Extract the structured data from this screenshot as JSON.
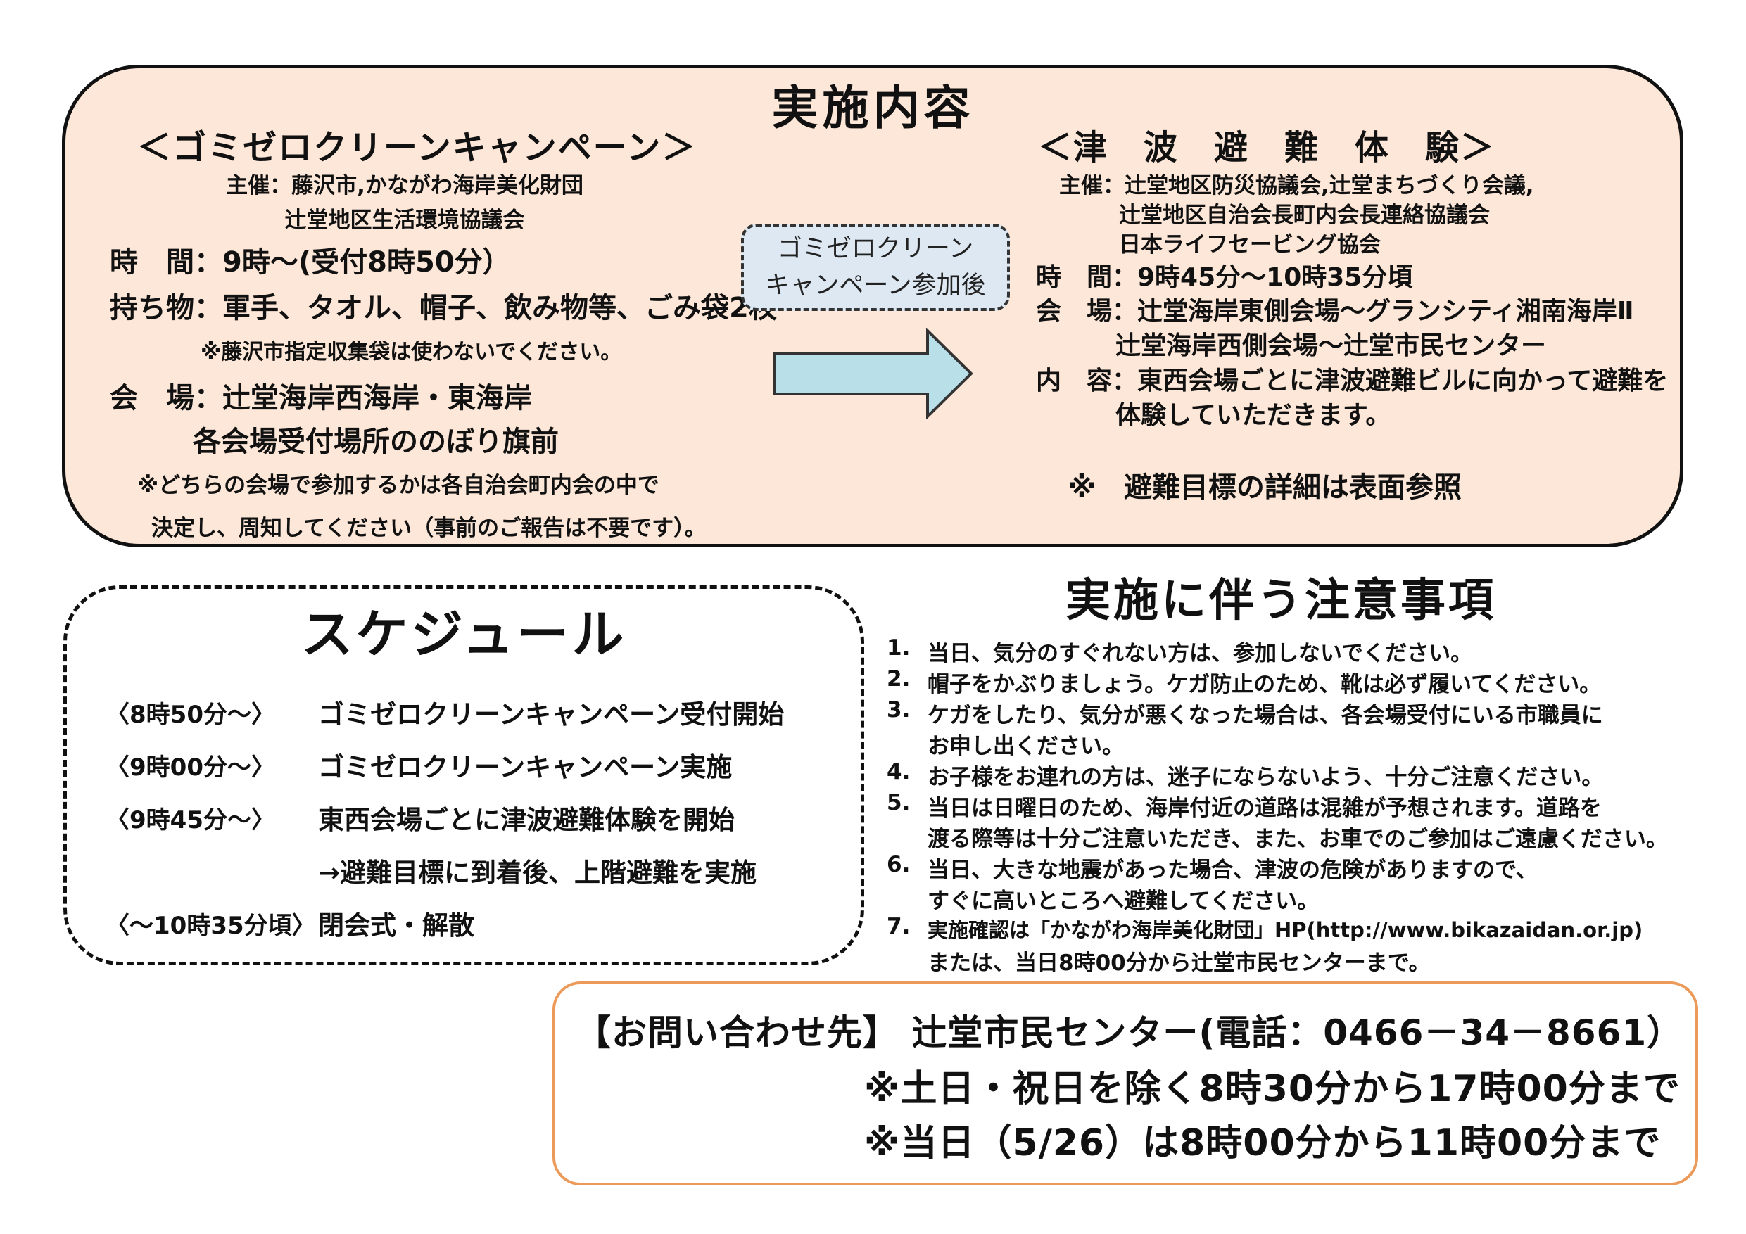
{
  "top": {
    "title": "実施内容",
    "left": {
      "heading": "＜ゴミゼロクリーンキャンペーン＞",
      "organizer_1": "主催：藤沢市,かながわ海岸美化財団",
      "organizer_2": "辻堂地区生活環境協議会",
      "time": "時　間：9時～(受付8時50分）",
      "items": "持ち物：軍手、タオル、帽子、飲み物等、ごみ袋2枚",
      "items_note": "※藤沢市指定収集袋は使わないでください。",
      "venue_1": "会　場：辻堂海岸西海岸・東海岸",
      "venue_2": "各会場受付場所ののぼり旗前",
      "note_1": "※どちらの会場で参加するかは各自治会町内会の中で",
      "note_2": "決定し、周知してください（事前のご報告は不要です）。"
    },
    "arrow": {
      "line_1": "ゴミゼロクリーン",
      "line_2": "キャンペーン参加後"
    },
    "right": {
      "heading": "＜津　波　避　難　体　験＞",
      "organizer_1": "主催：辻堂地区防災協議会,辻堂まちづくり会議,",
      "organizer_2": "辻堂地区自治会長町内会長連絡協議会",
      "organizer_3": "日本ライフセービング協会",
      "time": "時　間：9時45分～10時35分頃",
      "venue_1": "会　場：辻堂海岸東側会場～グランシティ湘南海岸Ⅱ",
      "venue_2": "辻堂海岸西側会場～辻堂市民センター",
      "content_1": "内　容：東西会場ごとに津波避難ビルに向かって避難を",
      "content_2": "体験していただきます。",
      "reference": "※　避難目標の詳細は表面参照"
    }
  },
  "schedule": {
    "title": "スケジュール",
    "rows": [
      {
        "time": "〈8時50分～〉",
        "desc": "ゴミゼロクリーンキャンペーン受付開始"
      },
      {
        "time": "〈9時00分～〉",
        "desc": "ゴミゼロクリーンキャンペーン実施"
      },
      {
        "time": "〈9時45分～〉",
        "desc": "東西会場ごとに津波避難体験を開始"
      },
      {
        "time": "",
        "desc": "→避難目標に到着後、上階避難を実施"
      },
      {
        "time": "〈～10時35分頃〉",
        "desc": "閉会式・解散"
      }
    ]
  },
  "notes": {
    "title": "実施に伴う注意事項",
    "items": [
      {
        "num": "1.",
        "lines": [
          "当日、気分のすぐれない方は、参加しないでください。"
        ]
      },
      {
        "num": "2.",
        "lines": [
          "帽子をかぶりましょう。ケガ防止のため、靴は必ず履いてください。"
        ]
      },
      {
        "num": "3.",
        "lines": [
          "ケガをしたり、気分が悪くなった場合は、各会場受付にいる市職員に",
          "お申し出ください。"
        ]
      },
      {
        "num": "4.",
        "lines": [
          "お子様をお連れの方は、迷子にならないよう、十分ご注意ください。"
        ]
      },
      {
        "num": "5.",
        "lines": [
          "当日は日曜日のため、海岸付近の道路は混雑が予想されます。道路を",
          "渡る際等は十分ご注意いただき、また、お車でのご参加はご遠慮ください。"
        ]
      },
      {
        "num": "6.",
        "lines": [
          "当日、大きな地震があった場合、津波の危険がありますので、",
          "すぐに高いところへ避難してください。"
        ]
      },
      {
        "num": "7.",
        "lines": [
          "実施確認は「かながわ海岸美化財団」HP(http://www.bikazaidan.or.jp)",
          "または、当日8時00分から辻堂市民センターまで。"
        ]
      }
    ]
  },
  "contact": {
    "line_1": "【お問い合わせ先】 辻堂市民センター(電話：0466－34－8661）",
    "line_2": "※土日・祝日を除く8時30分から17時00分まで",
    "line_3": "※当日（5/26）は8時00分から11時00分まで"
  },
  "colors": {
    "top_box_bg": "#fde7d8",
    "arrow_fill": "#b9dfe9",
    "label_bg": "#dde8f3",
    "contact_border": "#ec9a5a"
  }
}
